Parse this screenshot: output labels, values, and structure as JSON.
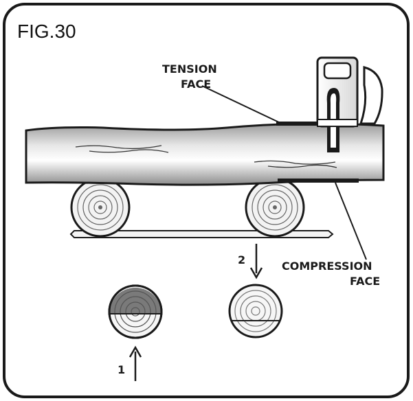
{
  "figure": {
    "title": "FIG.30",
    "tension_label": [
      "TENSION",
      "FACE"
    ],
    "compression_label": [
      "COMPRESSION",
      "FACE"
    ],
    "step_1": "1",
    "step_2": "2"
  },
  "colors": {
    "ink": "#1a1a1a",
    "log_dark": "#8a8a8a",
    "log_light": "#f2f2f2",
    "end_dark": "#7a7a7a"
  }
}
